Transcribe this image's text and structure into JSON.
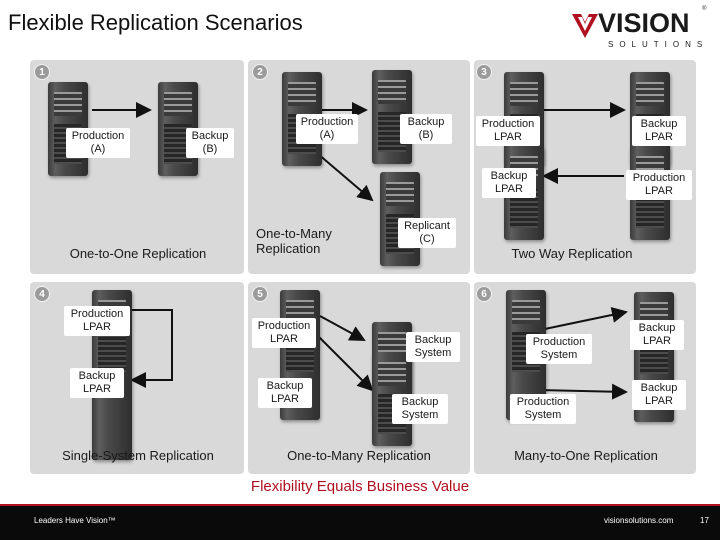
{
  "title": "Flexible Replication Scenarios",
  "logo": {
    "word": "VISION",
    "sub": "SOLUTIONS",
    "reg": "®",
    "icon": "vision-v-mark",
    "brand_color": "#b01020"
  },
  "panels": [
    {
      "number": "1",
      "caption": "One-to-One Replication",
      "labels": [
        "Production\n(A)",
        "Backup\n(B)"
      ]
    },
    {
      "number": "2",
      "caption": "One-to-Many\nReplication",
      "labels": [
        "Production\n(A)",
        "Backup\n(B)",
        "Replicant\n(C)"
      ]
    },
    {
      "number": "3",
      "caption": "Two Way Replication",
      "labels": [
        "Production\nLPAR",
        "Backup\nLPAR",
        "Backup\nLPAR",
        "Production\nLPAR"
      ]
    },
    {
      "number": "4",
      "caption": "Single-System Replication",
      "labels": [
        "Production\nLPAR",
        "Backup\nLPAR"
      ]
    },
    {
      "number": "5",
      "caption": "One-to-Many Replication",
      "labels": [
        "Production\nLPAR",
        "Backup\nSystem",
        "Backup\nLPAR",
        "Backup\nSystem"
      ]
    },
    {
      "number": "6",
      "caption": "Many-to-One Replication",
      "labels": [
        "Production\nSystem",
        "Backup\nLPAR",
        "Production\nSystem",
        "Backup\nLPAR"
      ]
    }
  ],
  "tagline": "Flexibility Equals Business Value",
  "footer": {
    "left": "Leaders Have Vision™",
    "right": "visionsolutions.com",
    "page": "17"
  }
}
